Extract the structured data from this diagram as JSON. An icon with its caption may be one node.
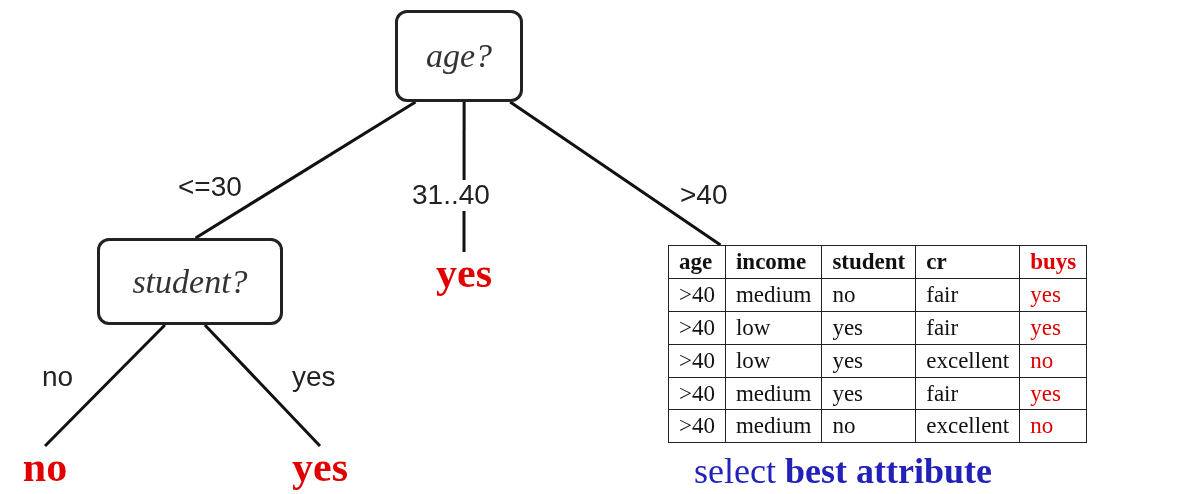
{
  "diagram": {
    "nodes": [
      {
        "text": [
          "age?"
        ]
      },
      {
        "text": [
          "student?"
        ]
      },
      {
        "text": [
          "yes"
        ]
      },
      {
        "text": [
          "age",
          "income",
          "student",
          "cr",
          "buys",
          ">40",
          "medium",
          "no",
          "fair",
          "yes",
          ">40",
          "low",
          "yes",
          "fair",
          "yes",
          ">40",
          "low",
          "yes",
          "excellent",
          "no",
          ">40",
          "medium",
          "yes",
          "fair",
          "yes",
          ">40",
          "medium",
          "no",
          "excellent",
          "no"
        ]
      },
      {
        "text": [
          "no"
        ]
      },
      {
        "text": [
          "yes"
        ]
      }
    ],
    "edges": [
      {
        "from": 0,
        "to": 1,
        "arrow": "none",
        "label": "<=30"
      },
      {
        "from": 0,
        "to": 2,
        "arrow": "none",
        "label": "31..40"
      },
      {
        "from": 0,
        "to": 3,
        "arrow": "none",
        "label": ">40"
      },
      {
        "from": 1,
        "to": 4,
        "arrow": "none",
        "label": "no"
      },
      {
        "from": 1,
        "to": 5,
        "arrow": "none",
        "label": "yes"
      }
    ],
    "labels": [
      "select **best attribute**"
    ]
  }
}
